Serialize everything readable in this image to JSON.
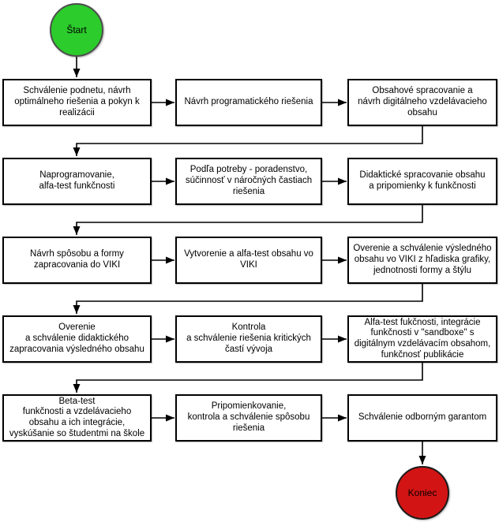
{
  "flow": {
    "start": {
      "label": "Štart"
    },
    "end": {
      "label": "Koniec"
    },
    "colors": {
      "start_fill": "#2bcc2b",
      "end_fill": "#d31414",
      "box_border": "#000000",
      "arrow": "#000000"
    },
    "steps": [
      {
        "label": "Schválenie podnetu, návrh\noptimálneho riešenia a pokyn k\nrealizácii"
      },
      {
        "label": "Návrh programatického riešenia"
      },
      {
        "label": "Obsahové spracovanie a\nnávrh digitálneho vzdelávacieho\nobsahu"
      },
      {
        "label": "Naprogramovanie,\nalfa-test funkčnosti"
      },
      {
        "label": "Podľa potreby - poradenstvo,\nsúčinnosť v náročných častiach\nriešenia"
      },
      {
        "label": "Didaktické spracovanie obsahu\na pripomienky k funkčnosti"
      },
      {
        "label": "Návrh spôsobu a formy\nzapracovania do VIKI"
      },
      {
        "label": "Vytvorenie a alfa-test obsahu vo\nVIKI"
      },
      {
        "label": "Overenie a schválenie výsledného\nobsahu vo VIKI z hľadiska grafiky,\njednotnosti formy a štýlu"
      },
      {
        "label": "Overenie\na schválenie didaktického\nzapracovania výsledného obsahu"
      },
      {
        "label": "Kontrola\na schválenie riešenia kritických\nčastí vývoja"
      },
      {
        "label": "Alfa-test fukčnosti, integrácie\nfunkčnosti v \"sandboxe\" s\ndigitálnym vzdelávacím obsahom,\nfunkčnosť publikácie"
      },
      {
        "label": "Beta-test\nfunkčnosti a vzdelávacieho\nobsahu a ich integrácie,\nvyskúšanie so študentmi na škole"
      },
      {
        "label": "Pripomienkovanie,\nkontrola a schválenie spôsobu\nriešenia"
      },
      {
        "label": "Schválenie odborným garantom"
      }
    ]
  }
}
